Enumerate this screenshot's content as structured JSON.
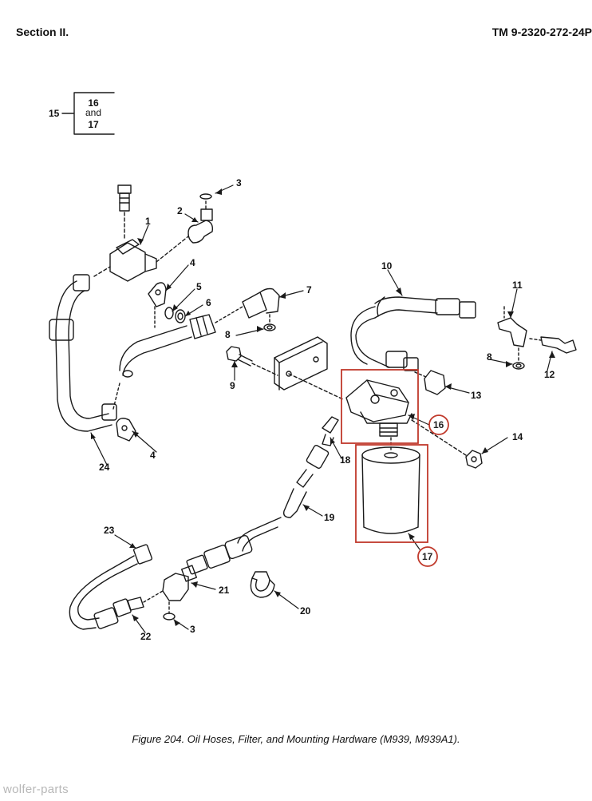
{
  "header": {
    "section": "Section II.",
    "tm_number": "TM 9-2320-272-24P"
  },
  "legend": {
    "item": "15",
    "line1": "16",
    "line2": "and",
    "line3": "17"
  },
  "callouts": {
    "c1": "1",
    "c2": "2",
    "c3a": "3",
    "c3b": "3",
    "c4a": "4",
    "c4b": "4",
    "c5": "5",
    "c6": "6",
    "c7": "7",
    "c8a": "8",
    "c8b": "8",
    "c9": "9",
    "c10": "10",
    "c11": "11",
    "c12": "12",
    "c13": "13",
    "c14": "14",
    "c16": "16",
    "c17": "17",
    "c18": "18",
    "c19": "19",
    "c20": "20",
    "c21": "21",
    "c22": "22",
    "c23": "23",
    "c24": "24"
  },
  "caption": "Figure 204.  Oil Hoses, Filter, and Mounting Hardware (M939, M939A1).",
  "watermark": "wolfer-parts",
  "colors": {
    "line": "#1a1a1a",
    "highlight": "#c0392b",
    "watermark": "#b8b8b8"
  }
}
